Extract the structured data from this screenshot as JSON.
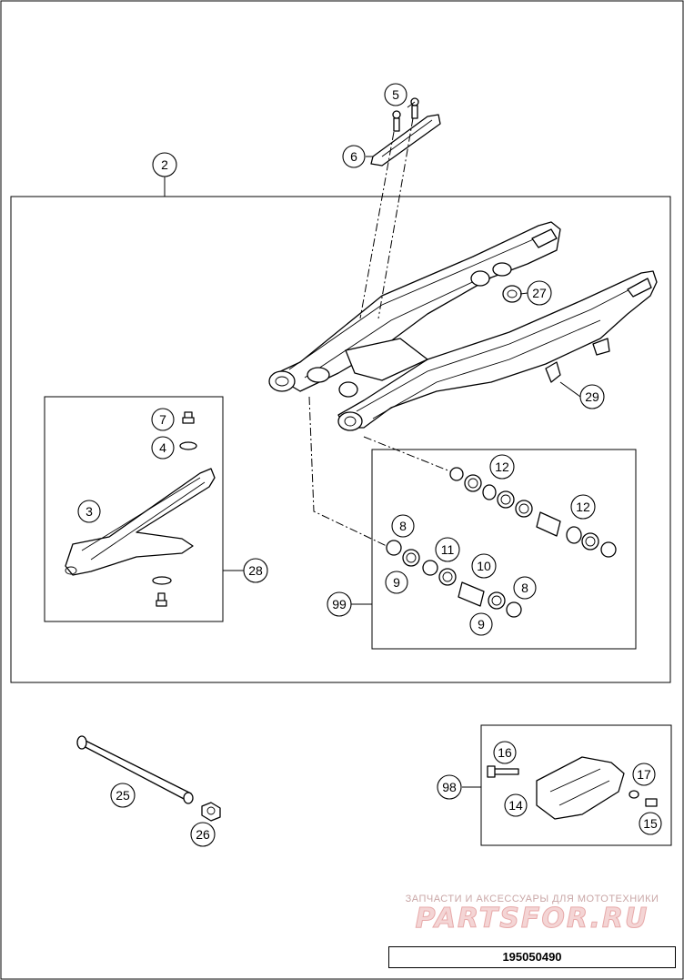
{
  "diagram": {
    "callouts": {
      "c2": "2",
      "c3": "3",
      "c4": "4",
      "c5": "5",
      "c6": "6",
      "c7": "7",
      "c8a": "8",
      "c8b": "8",
      "c9a": "9",
      "c9b": "9",
      "c10": "10",
      "c11": "11",
      "c12a": "12",
      "c12b": "12",
      "c14": "14",
      "c15": "15",
      "c16": "16",
      "c17": "17",
      "c25": "25",
      "c26": "26",
      "c27": "27",
      "c28": "28",
      "c29": "29",
      "c98": "98",
      "c99": "99"
    },
    "diagram_number": "195050490"
  },
  "watermark": {
    "caption": "ЗАПЧАСТИ И АКСЕССУАРЫ ДЛЯ МОТОТЕХНИКИ",
    "brand": "PARTSFOR.RU"
  },
  "colors": {
    "line": "#000000",
    "watermark": "#e7aaaa"
  }
}
